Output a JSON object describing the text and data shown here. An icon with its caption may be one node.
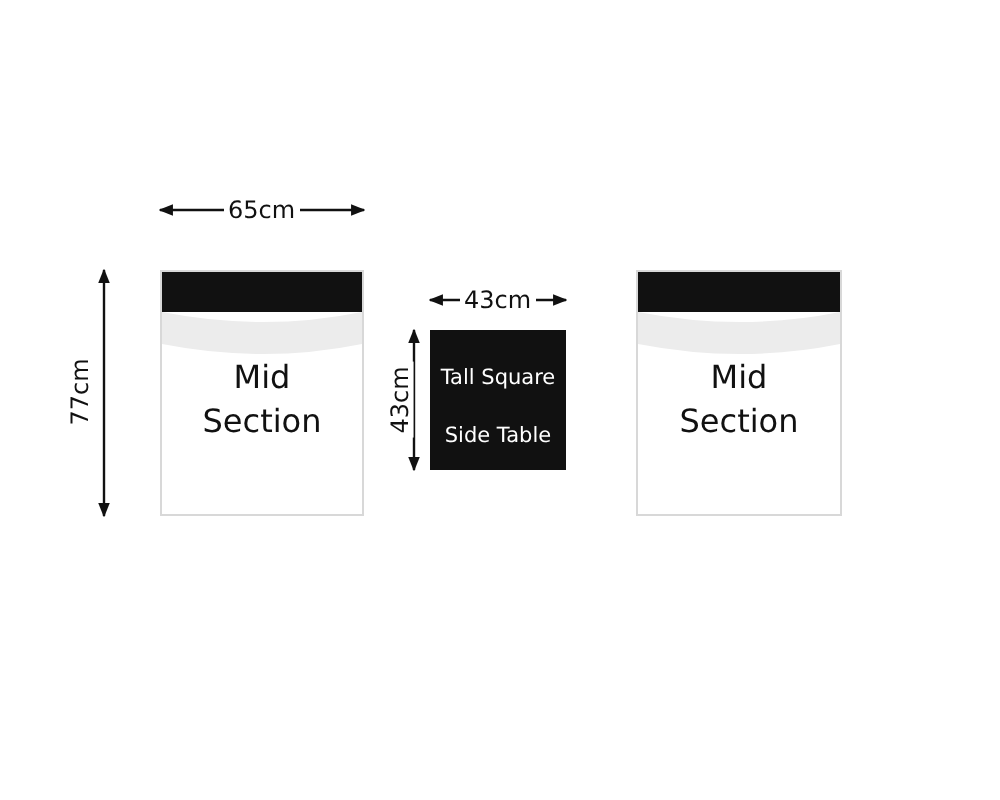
{
  "diagram": {
    "nodes": [
      {
        "text": [
          "Mid Section"
        ]
      },
      {
        "text": [
          "Tall Square Side Table"
        ]
      },
      {
        "text": [
          "Mid Section"
        ]
      }
    ],
    "labels": [
      "65cm",
      "77cm",
      "43cm",
      "43cm"
    ]
  }
}
